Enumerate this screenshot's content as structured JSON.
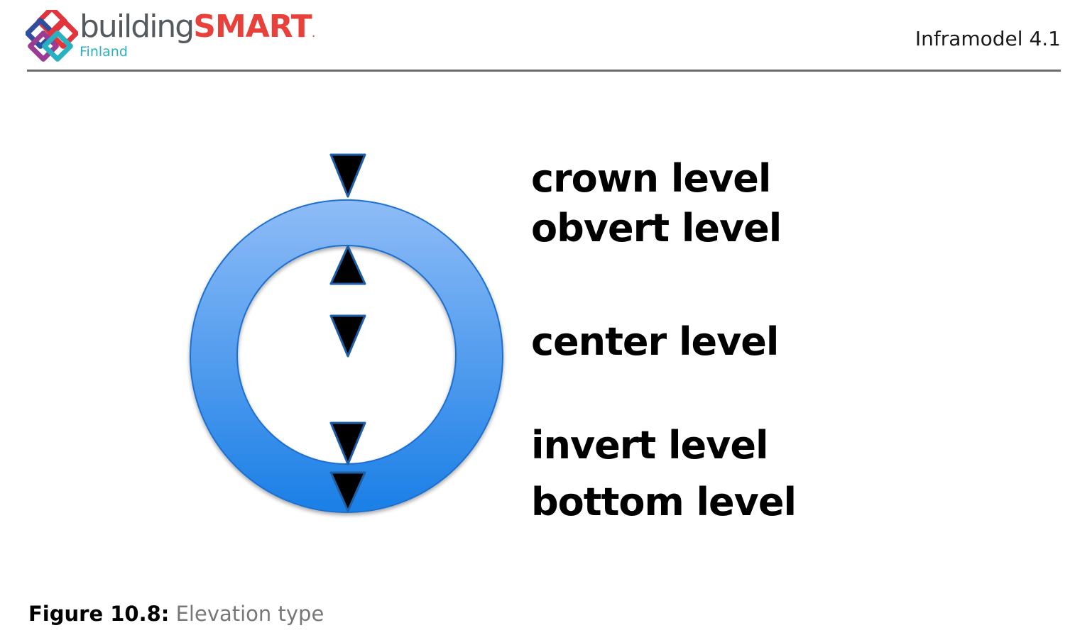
{
  "header": {
    "logo": {
      "building": "building",
      "smart": "SMART",
      "dot": ".",
      "subtitle": "Finland"
    },
    "doc_version": "Inframodel 4.1"
  },
  "figure": {
    "labels": {
      "crown": "crown level",
      "obvert": "obvert level",
      "center": "center level",
      "invert": "invert level",
      "bottom": "bottom level"
    },
    "colors": {
      "ring_top": "#8ebcf7",
      "ring_bottom": "#1a7fe6",
      "ring_edge": "#1f6fd0",
      "marker_fill": "#000000",
      "marker_edge": "#1f5fa8"
    },
    "markers": [
      {
        "name": "crown",
        "direction": "down"
      },
      {
        "name": "obvert",
        "direction": "up"
      },
      {
        "name": "center",
        "direction": "down"
      },
      {
        "name": "invert",
        "direction": "down"
      },
      {
        "name": "bottom",
        "direction": "down"
      }
    ]
  },
  "caption": {
    "number": "Figure 10.8:",
    "text": "Elevation type"
  }
}
